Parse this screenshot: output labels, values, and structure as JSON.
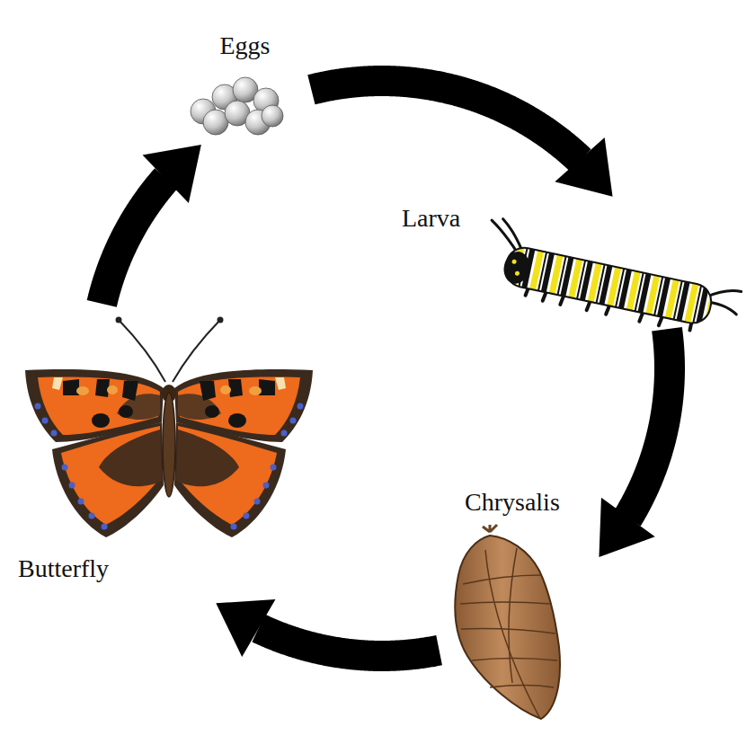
{
  "diagram": {
    "nodes": [
      {
        "text": [
          "Eggs"
        ]
      },
      {
        "text": [
          "Larva"
        ]
      },
      {
        "text": [
          "Chrysalis"
        ]
      },
      {
        "text": [
          "Butterfly"
        ]
      }
    ],
    "edges": [
      {
        "from": 0,
        "to": 1,
        "arrow": "to"
      },
      {
        "from": 1,
        "to": 2,
        "arrow": "to"
      },
      {
        "from": 2,
        "to": 3,
        "arrow": "to"
      },
      {
        "from": 3,
        "to": 0,
        "arrow": "to"
      }
    ]
  }
}
